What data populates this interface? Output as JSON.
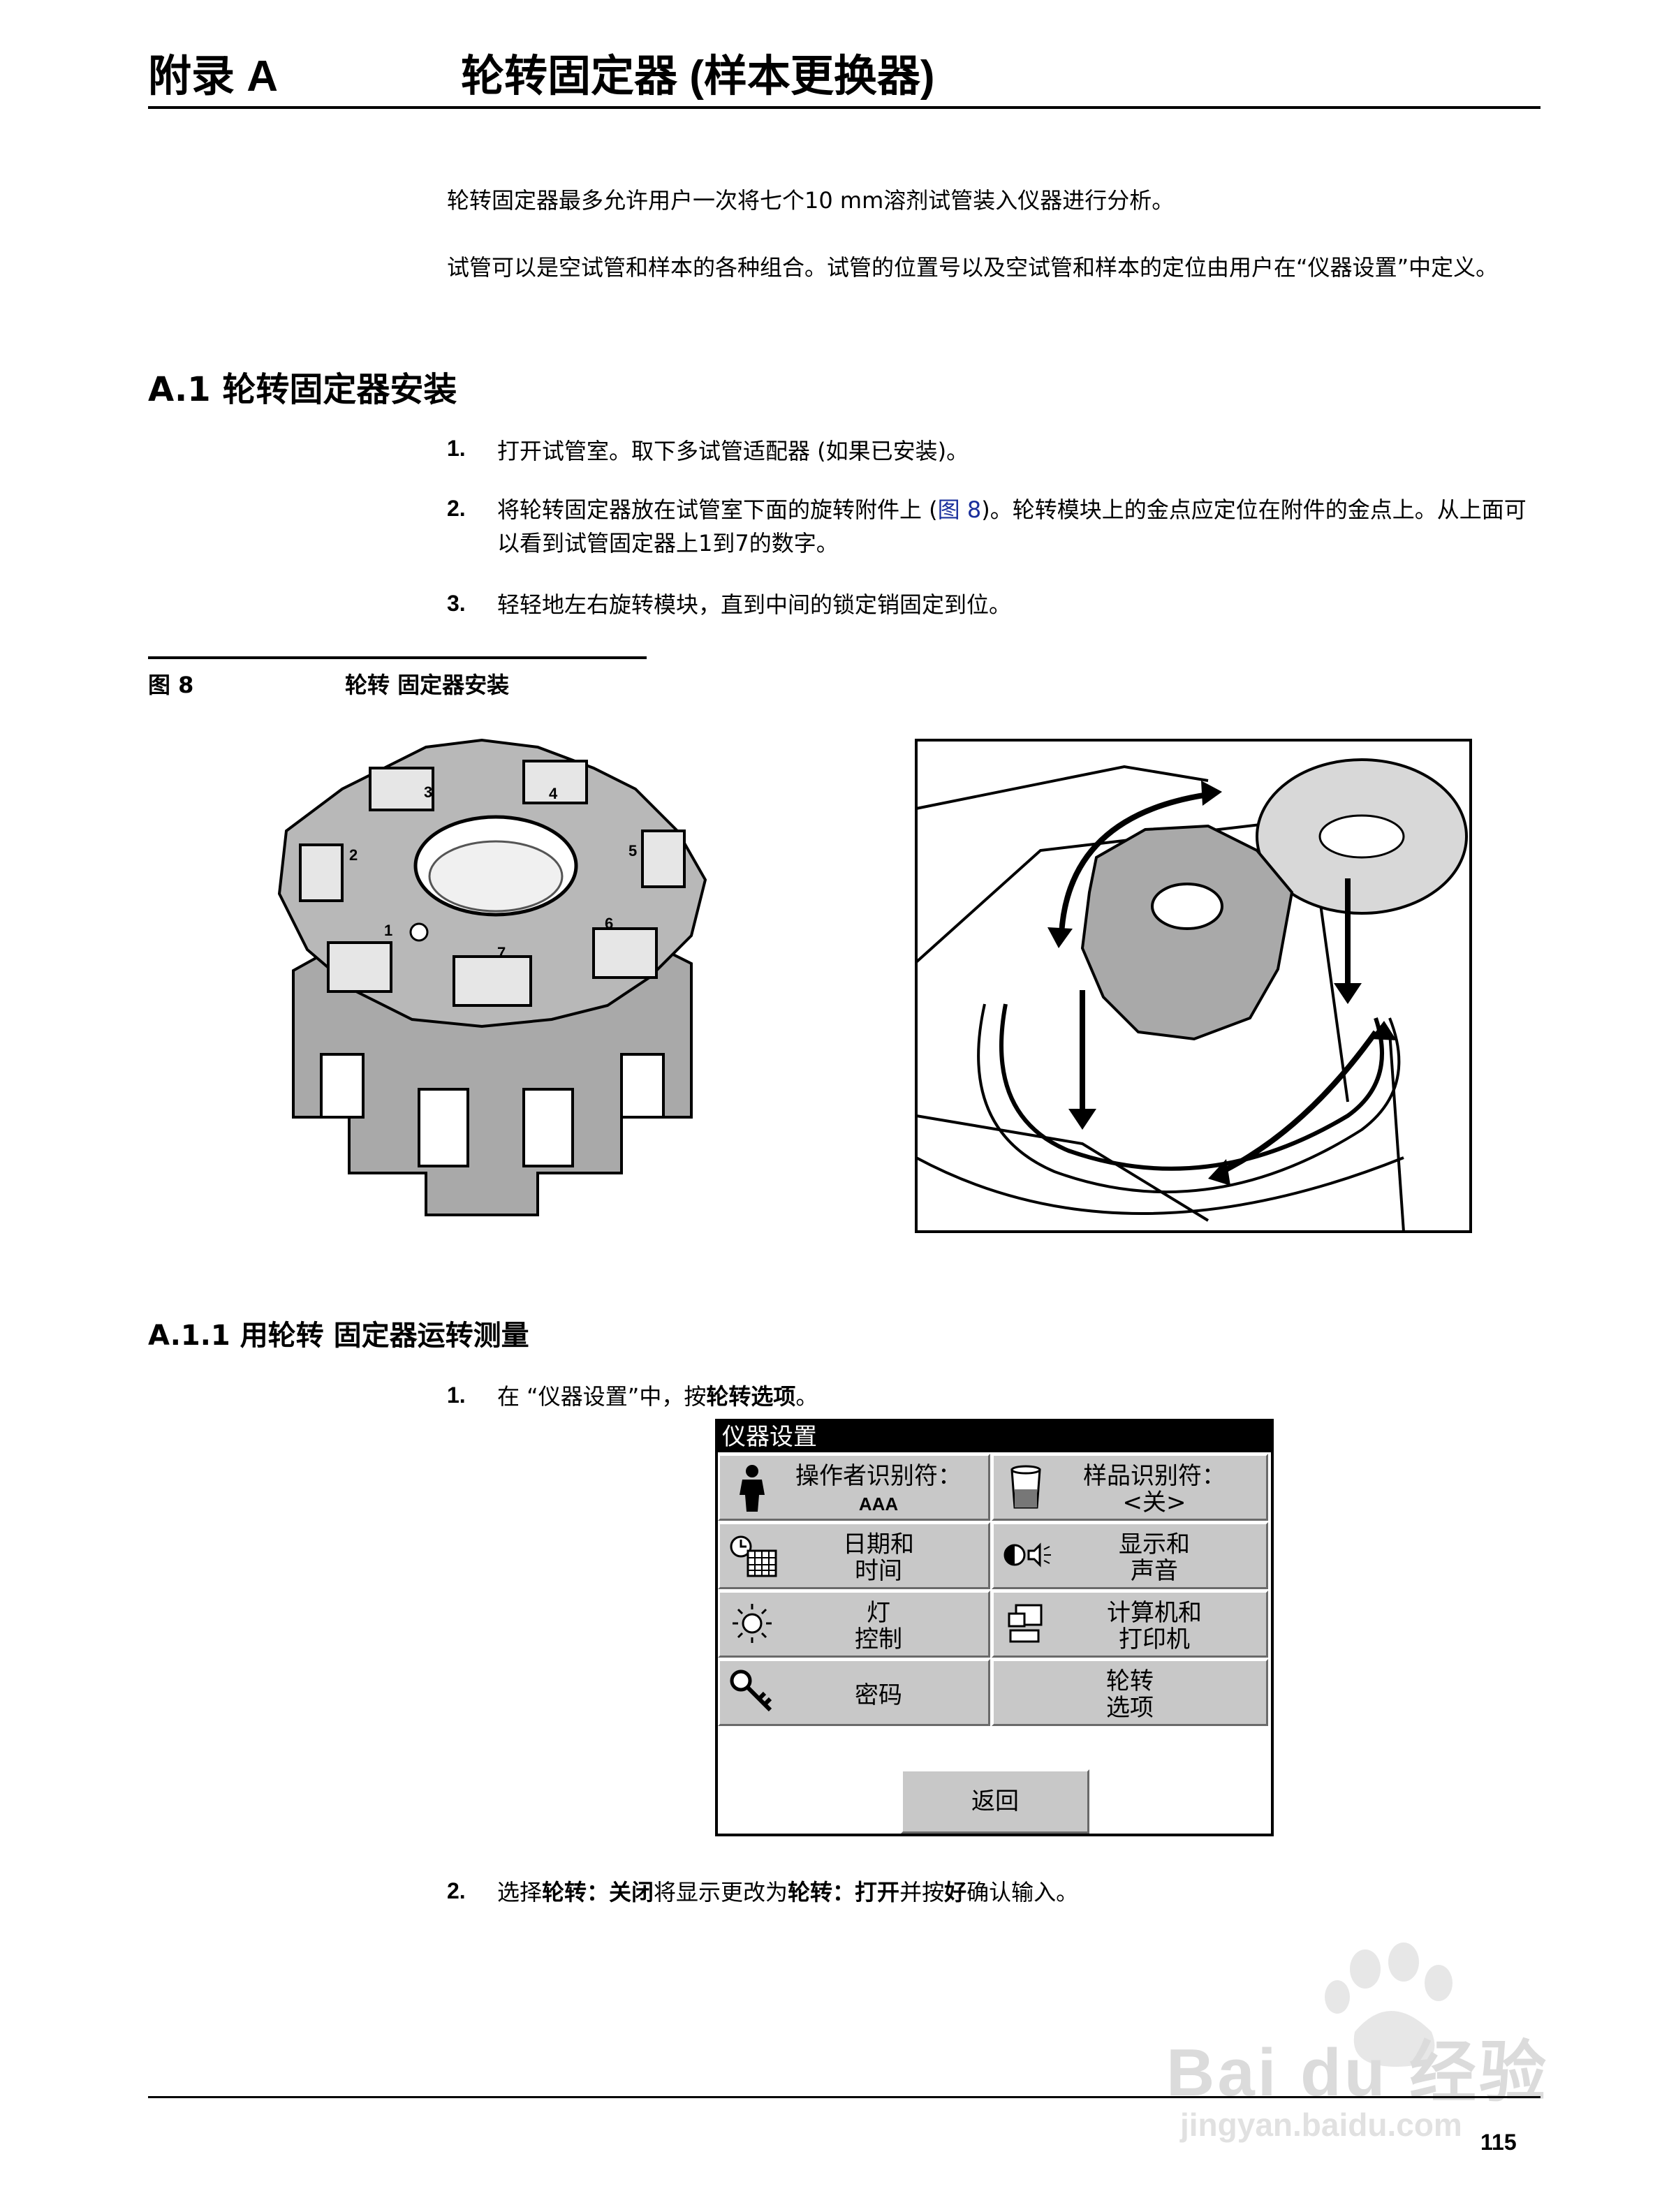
{
  "header": {
    "section": "附录 A",
    "title": "轮转固定器 (样本更换器)"
  },
  "intro": [
    "轮转固定器最多允许用户一次将七个10 mm溶剂试管装入仪器进行分析。",
    "试管可以是空试管和样本的各种组合。试管的位置号以及空试管和样本的定位由用户在“仪器设置”中定义。"
  ],
  "section_a1": {
    "heading": "A.1 轮转固定器安装",
    "steps": [
      {
        "num": "1.",
        "text": "打开试管室。取下多试管适配器 (如果已安装)。"
      },
      {
        "num": "2.",
        "text_before": "将轮转固定器放在试管室下面的旋转附件上 (",
        "link": "图 8",
        "text_after": ")。轮转模块上的金点应定位在附件的金点上。从上面可以看到试管固定器上1到7的数字。"
      },
      {
        "num": "3.",
        "text": "轻轻地左右旋转模块，直到中间的锁定销固定到位。"
      }
    ]
  },
  "figure": {
    "label": "图 8",
    "caption": "轮转  固定器安装",
    "holder_numbers": [
      "1",
      "2",
      "3",
      "4",
      "5",
      "6",
      "7"
    ]
  },
  "section_a11": {
    "heading": "A.1.1 用轮转  固定器运转测量",
    "step1": {
      "num": "1.",
      "text_before": "在 “仪器设置”中，按",
      "bold": "轮转选项",
      "text_after": "。"
    },
    "step2": {
      "num": "2.",
      "parts": [
        {
          "t": "选择",
          "b": false
        },
        {
          "t": "轮转：关闭",
          "b": true
        },
        {
          "t": "将显示更改为",
          "b": false
        },
        {
          "t": "轮转：打开",
          "b": true
        },
        {
          "t": "并按",
          "b": false
        },
        {
          "t": "好",
          "b": true
        },
        {
          "t": "确认输入。",
          "b": false
        }
      ]
    }
  },
  "screen": {
    "title": "仪器设置",
    "buttons": [
      {
        "icon": "person-icon",
        "label": "操作者识别符：",
        "value": "AAA"
      },
      {
        "icon": "beaker-icon",
        "label": "样品识别符：",
        "value": "<关>"
      },
      {
        "icon": "clock-calendar-icon",
        "label": "日期和\n时间"
      },
      {
        "icon": "display-sound-icon",
        "label": "显示和\n声音"
      },
      {
        "icon": "lamp-icon",
        "label": "灯\n控制"
      },
      {
        "icon": "computer-printer-icon",
        "label": "计算机和\n打印机"
      },
      {
        "icon": "key-icon",
        "label": "密码"
      },
      {
        "icon": "",
        "label": "轮转\n选项"
      }
    ],
    "back_label": "返回"
  },
  "footer": {
    "page_number": "115"
  },
  "watermark": {
    "brand": "Bai du 经验",
    "url": "jingyan.baidu.com"
  }
}
